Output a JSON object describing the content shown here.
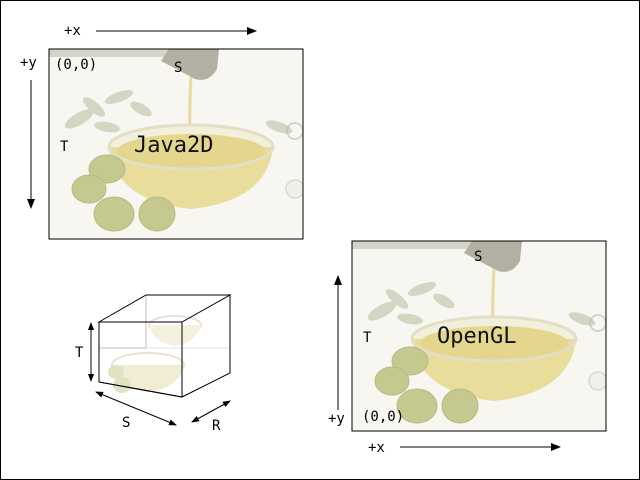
{
  "java2d_panel": {
    "title": "Java2D",
    "origin": "(0,0)",
    "x_axis": "+x",
    "y_axis": "+y",
    "s_label": "S",
    "t_label": "T"
  },
  "opengl_panel": {
    "title": "OpenGL",
    "origin": "(0,0)",
    "x_axis": "+x",
    "y_axis": "+y",
    "s_label": "S",
    "t_label": "T"
  },
  "volume_box": {
    "t_label": "T",
    "s_label": "S",
    "r_label": "R"
  },
  "colors": {
    "background": "#f4f1ea",
    "oil": "#c9b44a",
    "olive": "#a7ad55",
    "leaf": "#8d9a6a",
    "bottle": "#6b6b52"
  }
}
